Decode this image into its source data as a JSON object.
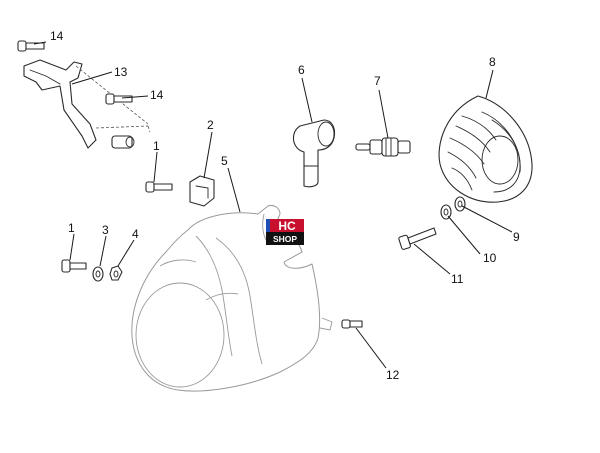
{
  "diagram": {
    "callouts": [
      {
        "id": "c14a",
        "label": "14"
      },
      {
        "id": "c13",
        "label": "13"
      },
      {
        "id": "c14b",
        "label": "14"
      },
      {
        "id": "c2",
        "label": "2"
      },
      {
        "id": "c1a",
        "label": "1"
      },
      {
        "id": "c6",
        "label": "6"
      },
      {
        "id": "c7",
        "label": "7"
      },
      {
        "id": "c8",
        "label": "8"
      },
      {
        "id": "c5",
        "label": "5"
      },
      {
        "id": "c1b",
        "label": "1"
      },
      {
        "id": "c3",
        "label": "3"
      },
      {
        "id": "c4",
        "label": "4"
      },
      {
        "id": "c9",
        "label": "9"
      },
      {
        "id": "c10",
        "label": "10"
      },
      {
        "id": "c11",
        "label": "11"
      },
      {
        "id": "c12",
        "label": "12"
      }
    ]
  },
  "watermark": {
    "logo_line1": "HC",
    "logo_line2": "SHOP",
    "colors": {
      "red": "#c8102e",
      "black": "#111111",
      "blue": "#1f4fb4"
    }
  }
}
